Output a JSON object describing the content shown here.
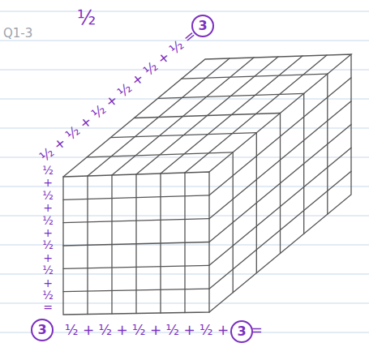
{
  "diagram": {
    "nodes": [
      {
        "text": [
          "3"
        ]
      },
      {
        "text": [
          "3"
        ]
      },
      {
        "text": [
          "3"
        ]
      }
    ],
    "labels": [
      "Q1-3",
      "½",
      "½ + ½ + ½ + ½ + ½ + ½ =",
      "½+½+½+½+½+½=",
      "½ + ½ + ½ + ½ + ½ + ½ ="
    ]
  }
}
